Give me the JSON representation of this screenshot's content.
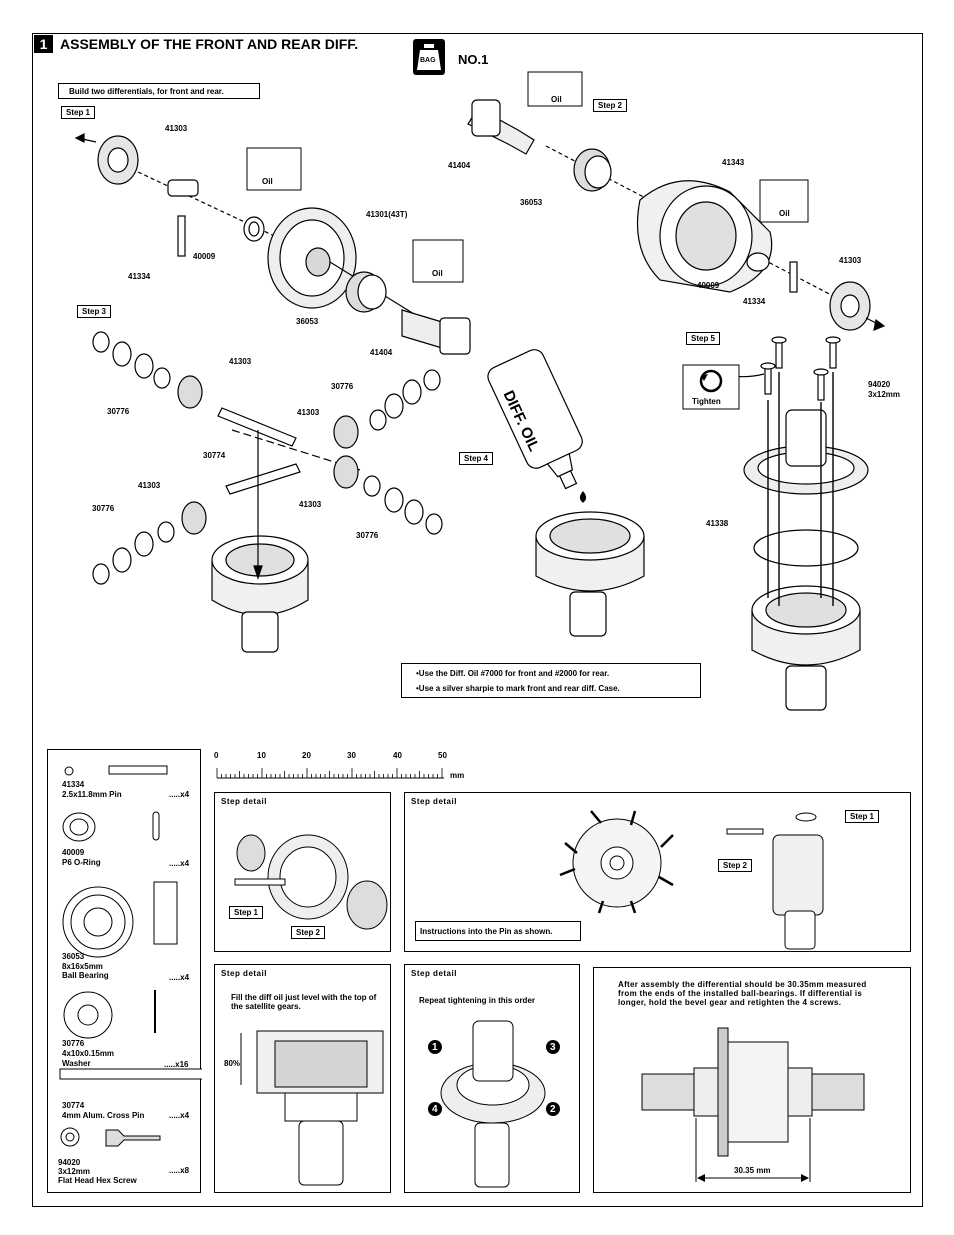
{
  "header": {
    "step_number": "1",
    "title": "ASSEMBLY OF THE FRONT AND REAR DIFF.",
    "bag_label": "BAG",
    "bag_number": "NO.1"
  },
  "note_top": "Build two differentials,  for front and rear.",
  "steps": {
    "step1": "Step 1",
    "step2": "Step 2",
    "step3": "Step 3",
    "step4": "Step 4",
    "step5": "Step 5"
  },
  "oil_label": "Oil",
  "tighten_label": "Tighten",
  "bottle_label": "DIFF. OIL",
  "part_callouts": {
    "p41303": "41303",
    "p41301": "41301(43T)",
    "p40009": "40009",
    "p41334": "41334",
    "p36053": "36053",
    "p41404": "41404",
    "p41343": "41343",
    "p30776": "30776",
    "p30774": "30774",
    "p41338": "41338",
    "p94020_a": "94020",
    "p94020_b": "3x12mm"
  },
  "oil_notes": [
    "•Use the Diff. Oil #7000 for front and  #2000 for rear.",
    "•Use a silver sharpie to mark front and rear diff. Case."
  ],
  "ruler": {
    "ticks": [
      "0",
      "10",
      "20",
      "30",
      "40",
      "50"
    ],
    "unit": "mm"
  },
  "parts_list": [
    {
      "code": "41334",
      "desc": "2.5x11.8mm Pin",
      "qty": ".....x4"
    },
    {
      "code": "40009",
      "desc": "P6 O-Ring",
      "qty": ".....x4"
    },
    {
      "code": "36053",
      "desc": "8x16x5mm",
      "desc2": "Ball Bearing",
      "qty": ".....x4"
    },
    {
      "code": "30776",
      "desc": "4x10x0.15mm",
      "desc2": "Washer",
      "qty": ".....x16"
    },
    {
      "code": "30774",
      "desc": "4mm Alum. Cross Pin",
      "qty": ".....x4"
    },
    {
      "code": "94020",
      "desc": "3x12mm",
      "desc2": "Flat Head Hex Screw",
      "qty": ".....x8"
    }
  ],
  "details": {
    "title": "Step detail",
    "d1_step1": "Step 1",
    "d1_step2": "Step 2",
    "d2_note": "Instructions into the Pin as shown.",
    "d2_step1": "Step 1",
    "d2_step2": "Step 2",
    "d3_note": "Fill the diff oil just level with the top of the satellite gears.",
    "d3_pct": "80%",
    "d4_note": "Repeat tightening in this order",
    "d4_order": [
      "1",
      "2",
      "3",
      "4"
    ],
    "d5_note": "After assembly the differential should be 30.35mm measured from the ends of the installed ball-bearings. If differential is longer, hold the bevel gear and retighten the 4 screws.",
    "d5_dim": "30.35 mm"
  }
}
